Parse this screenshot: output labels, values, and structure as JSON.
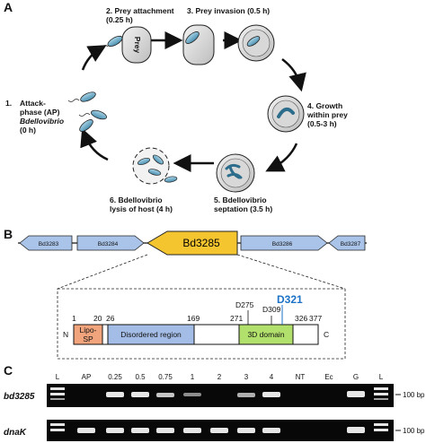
{
  "panels": {
    "a": "A",
    "b": "B",
    "c": "C"
  },
  "cycle": {
    "step1": [
      "1.",
      "Attack-",
      "phase (AP)",
      "Bdellovibrio",
      "(0 h)"
    ],
    "step2": [
      "2. Prey attachment",
      "(0.25 h)"
    ],
    "step3": [
      "3. Prey invasion (0.5 h)"
    ],
    "step4": [
      "4. Growth",
      "within prey",
      "(0.5-3 h)"
    ],
    "step5": [
      "5. Bdellovibrio",
      "septation (3.5 h)"
    ],
    "step6": [
      "6. Bdellovibrio",
      "lysis of host (4 h)"
    ],
    "prey_label": "Prey"
  },
  "genes": {
    "g1": "Bd3283",
    "g2": "Bd3284",
    "g3": "Bd3285",
    "g4": "Bd3286",
    "g5": "Bd3287"
  },
  "domain_map": {
    "n": "N",
    "c": "C",
    "pos1": "1",
    "pos20": "20",
    "pos26": "26",
    "pos169": "169",
    "pos271": "271",
    "pos326": "326",
    "pos377": "377",
    "d275": "D275",
    "d309": "D309",
    "d321": "D321",
    "lipo_sp": [
      "Lipo-",
      "SP"
    ],
    "disordered": "Disordered region",
    "domain3d": "3D domain",
    "colors": {
      "lipo": "#f2a47c",
      "disordered": "#a4bde6",
      "d3": "#b2e06d",
      "highlight": "#1b72c6"
    }
  },
  "gel": {
    "lanes": [
      "L",
      "AP",
      "0.25",
      "0.5",
      "0.75",
      "1",
      "2",
      "3",
      "4",
      "NT",
      "Ec",
      "G",
      "L"
    ],
    "rows": [
      {
        "name": "bd3285",
        "size": "100 bp"
      },
      {
        "name": "dnaK",
        "size": "100 bp"
      }
    ]
  }
}
